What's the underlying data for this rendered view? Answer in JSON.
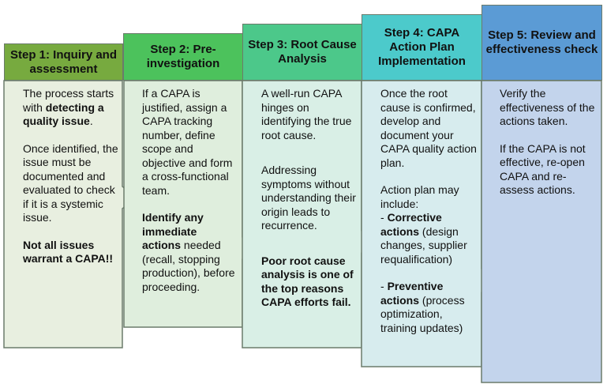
{
  "colors": {
    "step1_header": "#77aa3f",
    "step1_body": "#e8efe0",
    "step2_header": "#4cc25c",
    "step2_body": "#dfeedd",
    "step3_header": "#4cc88a",
    "step3_body": "#d9efe6",
    "step4_header": "#4ccacb",
    "step4_body": "#d7ecee",
    "step5_header": "#5b9bd5",
    "step5_body": "#c3d4ec",
    "border": "#6b7b6b"
  },
  "steps": [
    {
      "title": "Step 1: Inquiry and assessment",
      "p1a": "The process starts with ",
      "p1b": "detecting a quality issue",
      "p1c": ".",
      "p2": "Once identified, the issue must be documented and evaluated to check if it is a systemic issue.",
      "p3": "Not all issues warrant a CAPA!!"
    },
    {
      "title": "Step 2: Pre-investigation",
      "p1": "If a CAPA is justified, assign a CAPA tracking number, define scope and objective and form a cross-functional team.",
      "p2a": "Identify any immediate actions",
      "p2b": " needed (recall, stopping production), before proceeding."
    },
    {
      "title": "Step 3: Root Cause Analysis",
      "p1": "A well-run CAPA hinges on identifying the true root cause.",
      "p2": "Addressing symptoms without understanding their origin leads to recurrence.",
      "p3": "Poor root cause analysis is one of the top reasons CAPA efforts fail."
    },
    {
      "title": "Step 4:  CAPA Action Plan Implementation",
      "p1": "Once the root cause is confirmed, develop and document your CAPA quality action plan.",
      "p2": "Action plan may include:",
      "p3a": "- ",
      "p3b": "Corrective actions",
      "p3c": " (design changes, supplier requalification)",
      "p4a": "- ",
      "p4b": "Preventive actions",
      "p4c": " (process optimization, training updates)"
    },
    {
      "title": "Step 5: Review and effectiveness check",
      "p1": "Verify the effectiveness of the actions taken.",
      "p2": "If the CAPA is not effective, re-open CAPA and re-assess actions."
    }
  ]
}
